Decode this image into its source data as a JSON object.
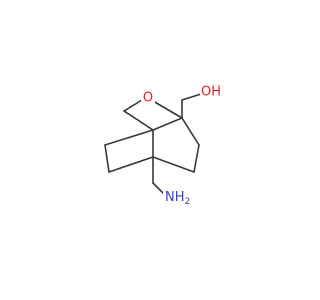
{
  "structure": {
    "atoms": [
      {
        "id": "O_ring",
        "text": "O",
        "color": "#e8242a"
      },
      {
        "id": "OH",
        "text": "OH",
        "color": "#e8242a"
      },
      {
        "id": "NH2",
        "text": "NH",
        "sub": "2",
        "color": "#3a3acf"
      }
    ],
    "bond_color": "#383838"
  }
}
